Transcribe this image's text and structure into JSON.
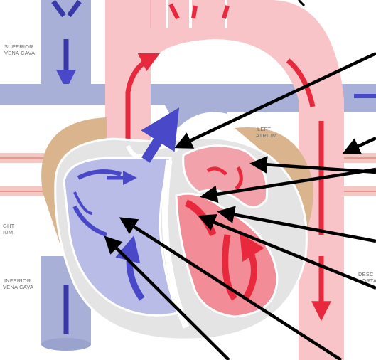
{
  "labels": {
    "superior_vena_cava_l1": "SUPERIOR",
    "superior_vena_cava_l2": "VENA CAVA",
    "left_atrium_l1": "LEFT",
    "left_atrium_l2": "ATRIUM",
    "right_atrium_l1": "GHT",
    "right_atrium_l2": "IUM",
    "inferior_vena_cava_l1": "INFERIOR",
    "inferior_vena_cava_l2": "VENA CAVA",
    "descending_aorta_l1": "DESC",
    "descending_aorta_l2": "AORTA"
  },
  "colors": {
    "deoxygenated": "#4848c8",
    "deoxygenated_light": "#b8bce6",
    "oxygenated": "#e8283c",
    "oxygenated_light": "#f8c4c8",
    "pericardium": "#d9b48c",
    "vessel_gray": "#a8b0d8",
    "pointer": "#000000"
  },
  "pointers": [
    {
      "name": "pointer-arrow-ductus",
      "target": "ductus arteriosus"
    },
    {
      "name": "pointer-arrow-descending-aorta",
      "target": "descending aorta"
    },
    {
      "name": "pointer-arrow-left-atrium",
      "target": "left atrium"
    },
    {
      "name": "pointer-arrow-foramen-ovale",
      "target": "foramen ovale"
    },
    {
      "name": "pointer-arrow-mitral-valve",
      "target": "mitral valve"
    },
    {
      "name": "pointer-arrow-left-ventricle",
      "target": "left ventricle"
    },
    {
      "name": "pointer-arrow-septum",
      "target": "interventricular septum"
    },
    {
      "name": "pointer-arrow-right-ventricle",
      "target": "right ventricle"
    }
  ]
}
